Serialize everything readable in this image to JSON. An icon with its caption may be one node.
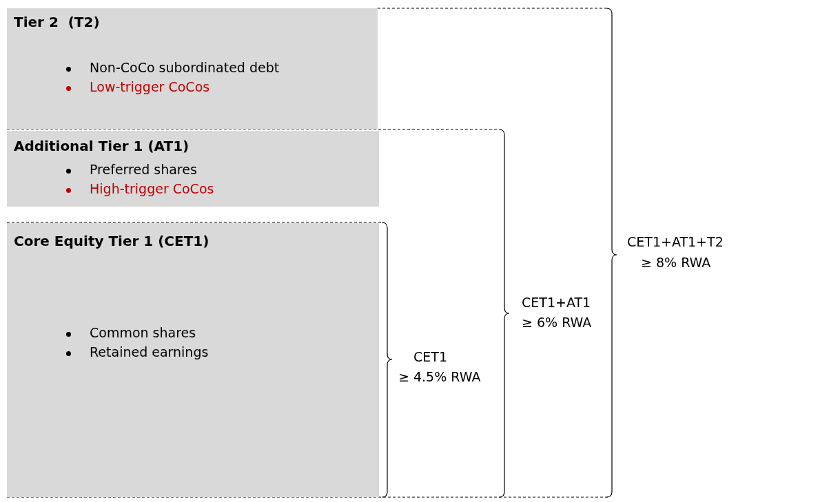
{
  "diagram": {
    "nodes": [
      {
        "text": [
          "Tier 2  (T2)",
          "Non-CoCo subordinated debt",
          "Low-trigger CoCos"
        ]
      },
      {
        "text": [
          "Additional Tier 1 (AT1)",
          "Preferred shares",
          "High-trigger CoCos"
        ]
      },
      {
        "text": [
          "Core Equity Tier 1 (CET1)",
          "Common shares",
          "Retained earnings"
        ]
      }
    ],
    "edges": [],
    "labels": [
      "CET1+AT1+T2",
      "≥ 8% RWA",
      "CET1+AT1",
      "≥ 6% RWA",
      "CET1",
      "≥ 4.5% RWA"
    ]
  }
}
